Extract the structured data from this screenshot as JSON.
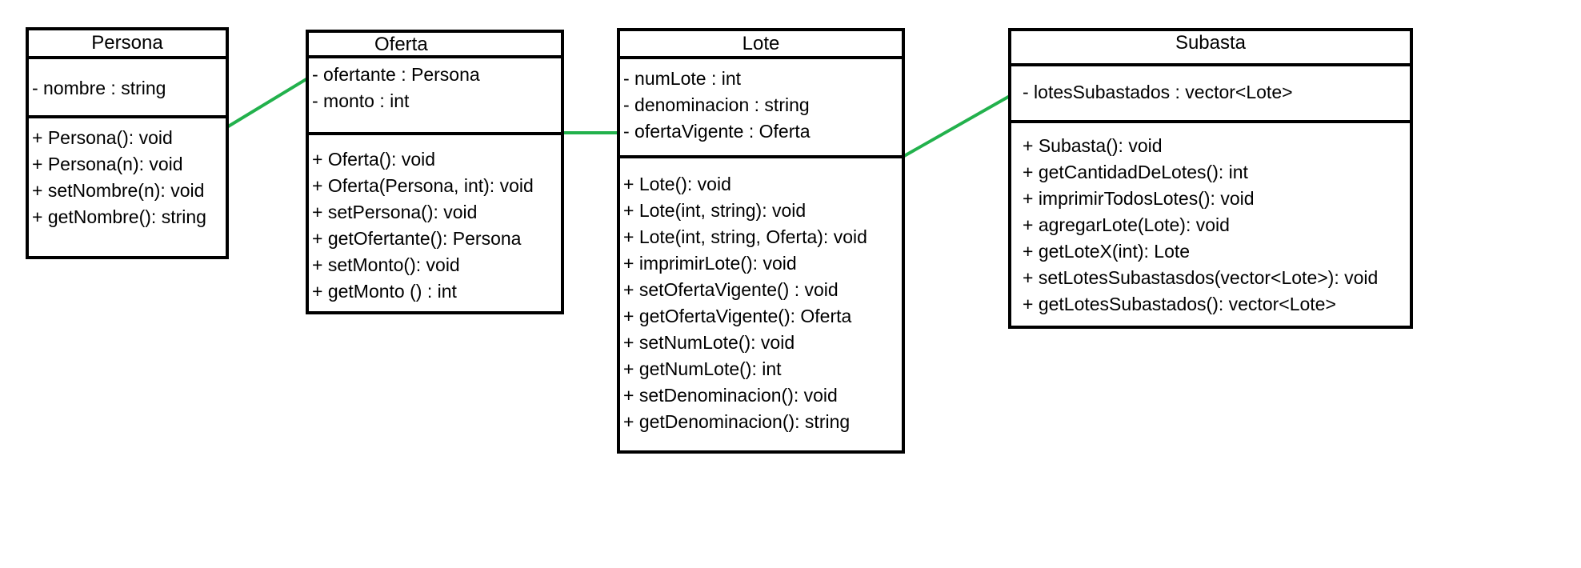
{
  "colors": {
    "link": "#22b14c",
    "border": "#000000"
  },
  "classes": {
    "persona": {
      "name": "Persona",
      "attributes": [
        "- nombre : string"
      ],
      "methods": [
        "+ Persona(): void",
        "+ Persona(n): void",
        "+ setNombre(n): void",
        "+ getNombre(): string"
      ]
    },
    "oferta": {
      "name": "Oferta",
      "attributes": [
        "- ofertante : Persona",
        "- monto : int"
      ],
      "methods": [
        "+ Oferta(): void",
        "+ Oferta(Persona, int): void",
        "+ setPersona(): void",
        "+ getOfertante(): Persona",
        "+ setMonto(): void",
        "+ getMonto () : int"
      ]
    },
    "lote": {
      "name": "Lote",
      "attributes": [
        "- numLote : int",
        "- denominacion : string",
        "- ofertaVigente : Oferta"
      ],
      "methods": [
        "+ Lote(): void",
        "+ Lote(int, string): void",
        "+ Lote(int, string, Oferta): void",
        "+ imprimirLote(): void",
        "+ setOfertaVigente() : void",
        "+ getOfertaVigente(): Oferta",
        "+ setNumLote(): void",
        "+ getNumLote(): int",
        "+ setDenominacion(): void",
        "+ getDenominacion(): string"
      ]
    },
    "subasta": {
      "name": "Subasta",
      "attributes": [
        "- lotesSubastados : vector<Lote>"
      ],
      "methods": [
        "+ Subasta(): void",
        "+ getCantidadDeLotes(): int",
        "+ imprimirTodosLotes(): void",
        "+ agregarLote(Lote): void",
        "+ getLoteX(int): Lote",
        "+ setLotesSubastasdos(vector<Lote>): void",
        "+ getLotesSubastados(): vector<Lote>"
      ]
    }
  }
}
